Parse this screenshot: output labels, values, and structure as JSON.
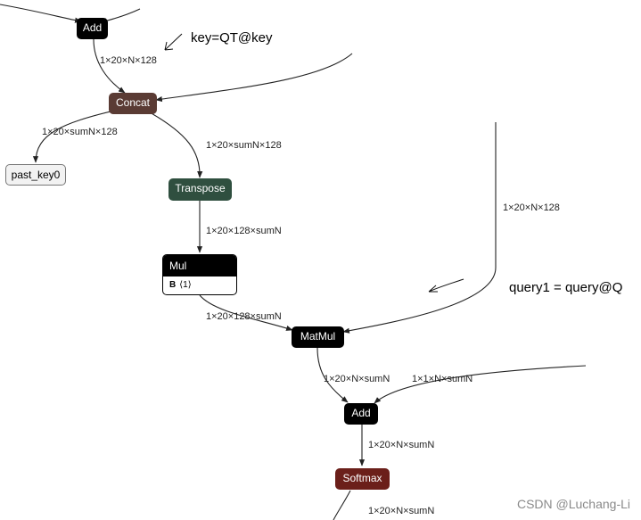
{
  "nodes": {
    "add_top": "Add",
    "concat": "Concat",
    "past_key0": "past_key0",
    "transpose": "Transpose",
    "mul": "Mul",
    "mul_attr_name": "B",
    "mul_attr_value": "⟨1⟩",
    "matmul": "MatMul",
    "add_bottom": "Add",
    "softmax": "Softmax"
  },
  "edge_labels": {
    "add_to_concat": "1×20×N×128",
    "concat_to_past_key0": "1×20×sumN×128",
    "concat_to_transpose": "1×20×sumN×128",
    "transpose_to_mul": "1×20×128×sumN",
    "mul_to_matmul": "1×20×128×sumN",
    "query_to_matmul": "1×20×N×128",
    "matmul_to_add": "1×20×N×sumN",
    "mask_to_add": "1×1×N×sumN",
    "add_to_softmax": "1×20×N×sumN",
    "softmax_out": "1×20×N×sumN"
  },
  "annotations": {
    "key": "key=QT@key",
    "query": "query1 = query@Q"
  },
  "watermark": "CSDN @Luchang-Li",
  "colors": {
    "black_node": "#000000",
    "concat_node": "#5a3b34",
    "transpose_node": "#2f4f3f",
    "softmax_node": "#6b1f1a",
    "edge": "#222222"
  }
}
